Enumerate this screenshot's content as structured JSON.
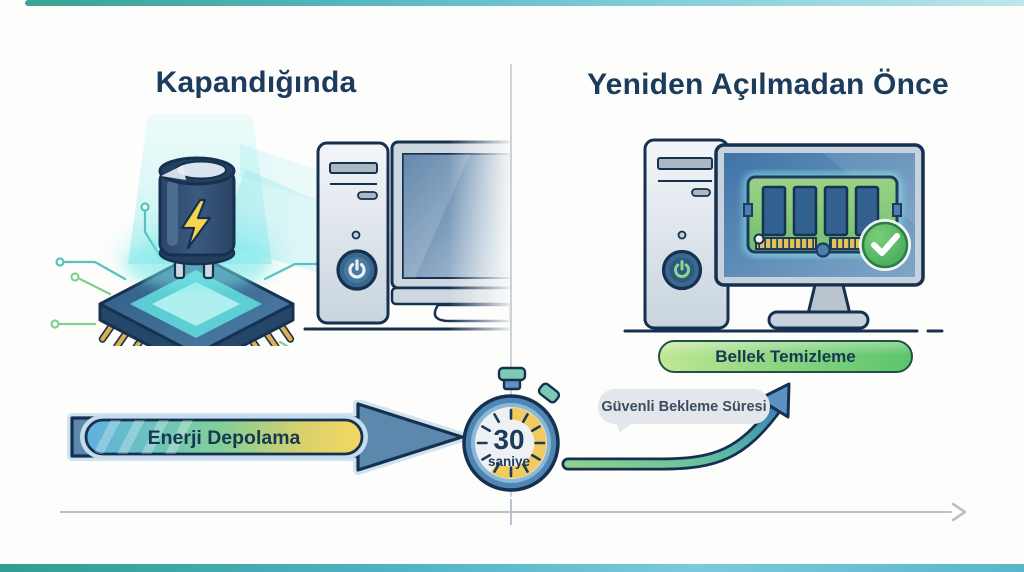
{
  "panels": {
    "left": {
      "title": "Kapandığında"
    },
    "right": {
      "title": "Yeniden Açılmadan Önce"
    }
  },
  "flow": {
    "energy_label": "Enerji Depolama",
    "wait_label": "Güvenli Bekleme Süresi",
    "memory_label": "Bellek Temizleme",
    "stopwatch": {
      "value": "30",
      "unit": "saniye"
    }
  },
  "colors": {
    "title_navy": "#1c3c5e",
    "outline_navy": "#16304f",
    "accent_teal": "#3aa392",
    "accent_cyan": "#6fc7d8",
    "steel_blue": "#4f86b4",
    "energy_yellow": "#f2ca5e",
    "success_green": "#52b963",
    "ram_green": "#8ccb7e",
    "bubble_gray": "#e3e6ea"
  }
}
